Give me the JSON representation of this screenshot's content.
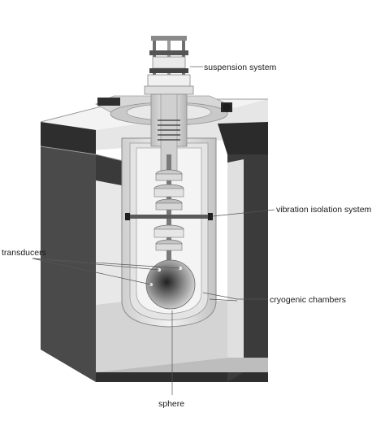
{
  "labels": {
    "suspension": "suspension system",
    "vibration": "vibration isolation system",
    "transducers": "transducers",
    "cryogenic": "cryogenic chambers",
    "sphere": "sphere"
  },
  "colors": {
    "background": "#ffffff",
    "dark_walls": "#3a3a3a",
    "light_walls": "#cfcfcf",
    "metal": "#d9d9d9",
    "leader_lines": "#666666"
  }
}
